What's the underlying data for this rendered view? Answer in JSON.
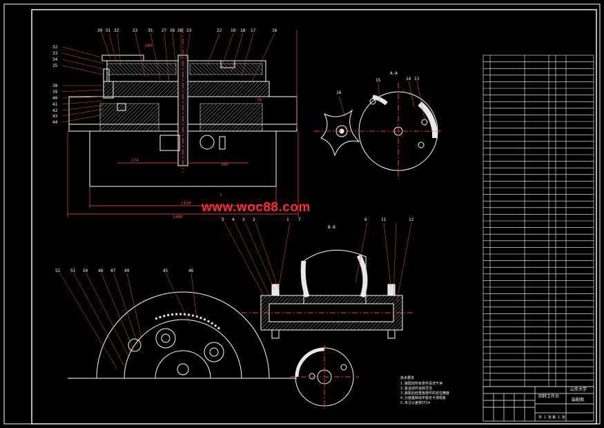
{
  "watermark": "www.woc88.com",
  "colors": {
    "background": "#000000",
    "outline": "#ffffff",
    "hatch": "#e8e8e8",
    "centerline": "#ff3b3b",
    "dimension": "#ff5050",
    "accent_yellow": "#ffff00",
    "watermark": "#ff2d2d"
  },
  "main_view": {
    "top_labels": [
      "30",
      "31",
      "32",
      "33",
      "35",
      "27",
      "26",
      "28",
      "23",
      "22",
      "19",
      "18",
      "17",
      "16"
    ],
    "left_labels": [
      "32",
      "33",
      "34",
      "35",
      "38",
      "39",
      "40",
      "41",
      "42",
      "43",
      "44"
    ],
    "dims": {
      "d1": "1480",
      "d2": "1150",
      "d3": "174",
      "d4": "265",
      "d5": "70",
      "d6": "500",
      "d7": "1"
    }
  },
  "section_aa": {
    "title": "A-A",
    "labels": [
      "16",
      "15",
      "14",
      "13"
    ]
  },
  "section_bb": {
    "title": "B-B",
    "labels": [
      "5",
      "4",
      "3",
      "2",
      "1",
      "7",
      "6",
      "11",
      "12"
    ]
  },
  "bottom_view": {
    "labels": [
      "52",
      "51",
      "50",
      "48",
      "47",
      "49",
      "45",
      "46"
    ]
  },
  "notes": {
    "title": "技术要求",
    "lines": [
      "1.装配前所有零件清洗干净",
      "2.各运动件运转灵活",
      "3.装配后检查各部件的定位精度",
      "4.分度盘转动平稳无卡滞现象",
      "5.未注公差按IT14"
    ]
  },
  "title_block": {
    "drawing_name": "回转工作台",
    "sub_name": "装配图",
    "school": "山东大学",
    "sheet_info_left": "共 1 张",
    "sheet_info_right": "第 1 张"
  }
}
